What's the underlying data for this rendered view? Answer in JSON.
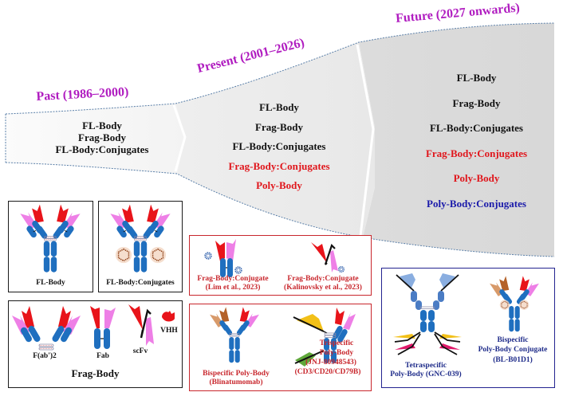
{
  "figure": {
    "eras": [
      {
        "title": "Past (1986–2000)",
        "items": [
          {
            "label": "FL-Body",
            "color": "black"
          },
          {
            "label": "Frag-Body",
            "color": "black"
          },
          {
            "label": "FL-Body:Conjugates",
            "color": "black"
          }
        ]
      },
      {
        "title": "Present (2001–2026)",
        "items": [
          {
            "label": "FL-Body",
            "color": "black"
          },
          {
            "label": "Frag-Body",
            "color": "black"
          },
          {
            "label": "FL-Body:Conjugates",
            "color": "black"
          },
          {
            "label": "Frag-Body:Conjugates",
            "color": "red"
          },
          {
            "label": "Poly-Body",
            "color": "red"
          }
        ]
      },
      {
        "title": "Future (2027 onwards)",
        "items": [
          {
            "label": "FL-Body",
            "color": "black"
          },
          {
            "label": "Frag-Body",
            "color": "black"
          },
          {
            "label": "FL-Body:Conjugates",
            "color": "black"
          },
          {
            "label": "Frag-Body:Conjugates",
            "color": "red"
          },
          {
            "label": "Poly-Body",
            "color": "red"
          },
          {
            "label": "Poly-Body:Conjugates",
            "color": "blue"
          }
        ]
      }
    ],
    "panels": {
      "fl_body": {
        "caption": "FL-Body"
      },
      "fl_body_conjugates": {
        "caption": "FL-Body:Conjugates"
      },
      "frag_body": {
        "title": "Frag-Body",
        "items": [
          "F(ab')2",
          "Fab",
          "scFv",
          "VHH"
        ]
      },
      "frag_conjugates": {
        "items": [
          {
            "line1": "Frag-Body:Conjugate",
            "line2": "(Lim et al., 2023)"
          },
          {
            "line1": "Frag-Body:Conjugate",
            "line2": "(Kalinovsky et al., 2023)"
          }
        ]
      },
      "poly_bodies": {
        "bispecific": {
          "line1": "Bispecific Poly-Body",
          "line2": "(Blinatumomab)"
        },
        "trispecific": {
          "line1": "Trispecific",
          "line2": "Poly-Body",
          "line3": "(JNJ-80948543)",
          "line4": "(CD3/CD20/CD79B)"
        }
      },
      "poly_conjugates": {
        "tetraspecific": {
          "line1": "Tetraspecific",
          "line2": "Poly-Body (GNC-039)"
        },
        "bispecific_conjugate": {
          "line1": "Bispecific",
          "line2": "Poly-Body Conjugate",
          "line3": "(BL-B01D1)"
        }
      }
    },
    "colors": {
      "era_title": "#b01cc0",
      "red_text": "#e0161c",
      "blue_text": "#1a1aaa",
      "antibody_blue": "#1f6fbf",
      "heavy_red": "#e8141a",
      "light_pink": "#ee7fe6"
    }
  }
}
